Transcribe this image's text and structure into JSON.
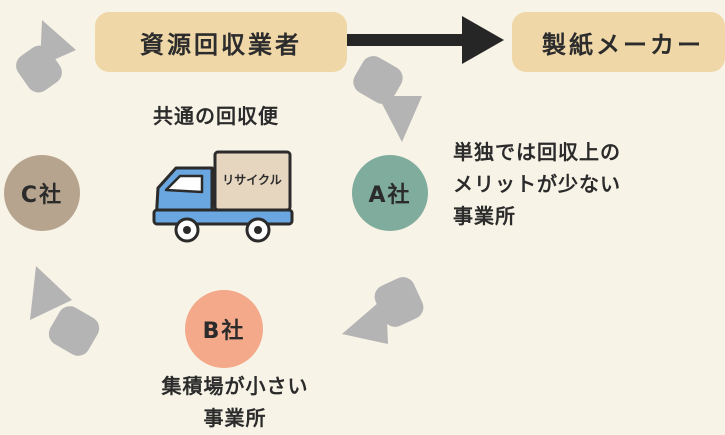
{
  "nodes": {
    "collector": "資源回収業者",
    "paper_maker": "製紙メーカー",
    "company_a": "A社",
    "company_b": "B社",
    "company_c": "C社"
  },
  "labels": {
    "shared_collection": "共通の回収便",
    "a_description": [
      "単独では回収上の",
      "メリットが少ない",
      "事業所"
    ],
    "b_description": [
      "集積場が小さい",
      "事業所"
    ],
    "truck_cargo": "リサイクル"
  },
  "colors": {
    "background": "#f8f3e7",
    "pill": "#efd7a8",
    "company_a": "#7fac9c",
    "company_b": "#f3a98a",
    "company_c": "#b7a48f",
    "cycle_arrows": "#b4b4b4",
    "truck": "#6aa6e0",
    "cargo": "#e6d6c0"
  },
  "icons": [
    "cycle-arrow-icon",
    "right-arrow-icon",
    "truck-icon"
  ]
}
